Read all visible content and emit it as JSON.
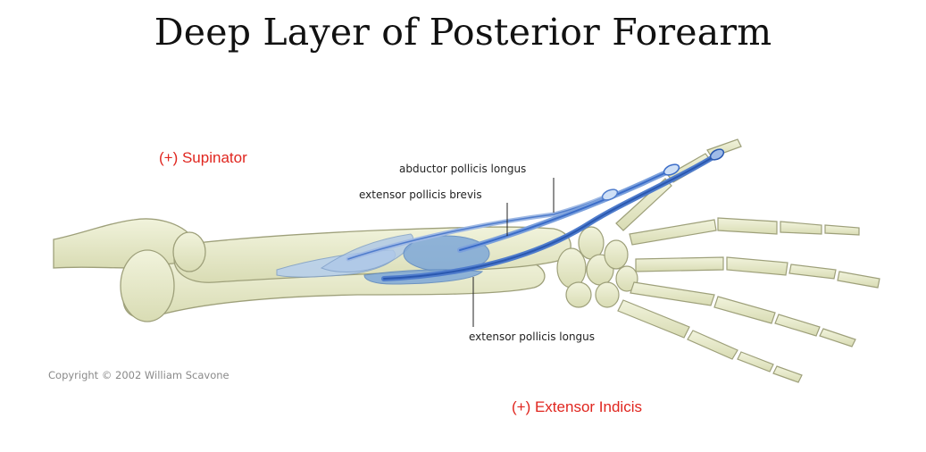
{
  "title": "Deep Layer of Posterior Forearm",
  "notes": {
    "supinator": "(+) Supinator",
    "extensor_indicis": "(+) Extensor Indicis"
  },
  "diagram": {
    "labels": {
      "abductor_pollicis_longus": "abductor pollicis longus",
      "extensor_pollicis_brevis": "extensor pollicis brevis",
      "extensor_pollicis_longus": "extensor pollicis longus"
    },
    "copyright": "Copyright © 2002 William Scavone"
  },
  "colors": {
    "bone": "#e8ebc9",
    "bone_outline": "#9ea07a",
    "muscle_light": "#aec8e8",
    "muscle_mid": "#7ea8d8",
    "tendon": "#3a6cc8",
    "accent_red": "#e0261f"
  }
}
